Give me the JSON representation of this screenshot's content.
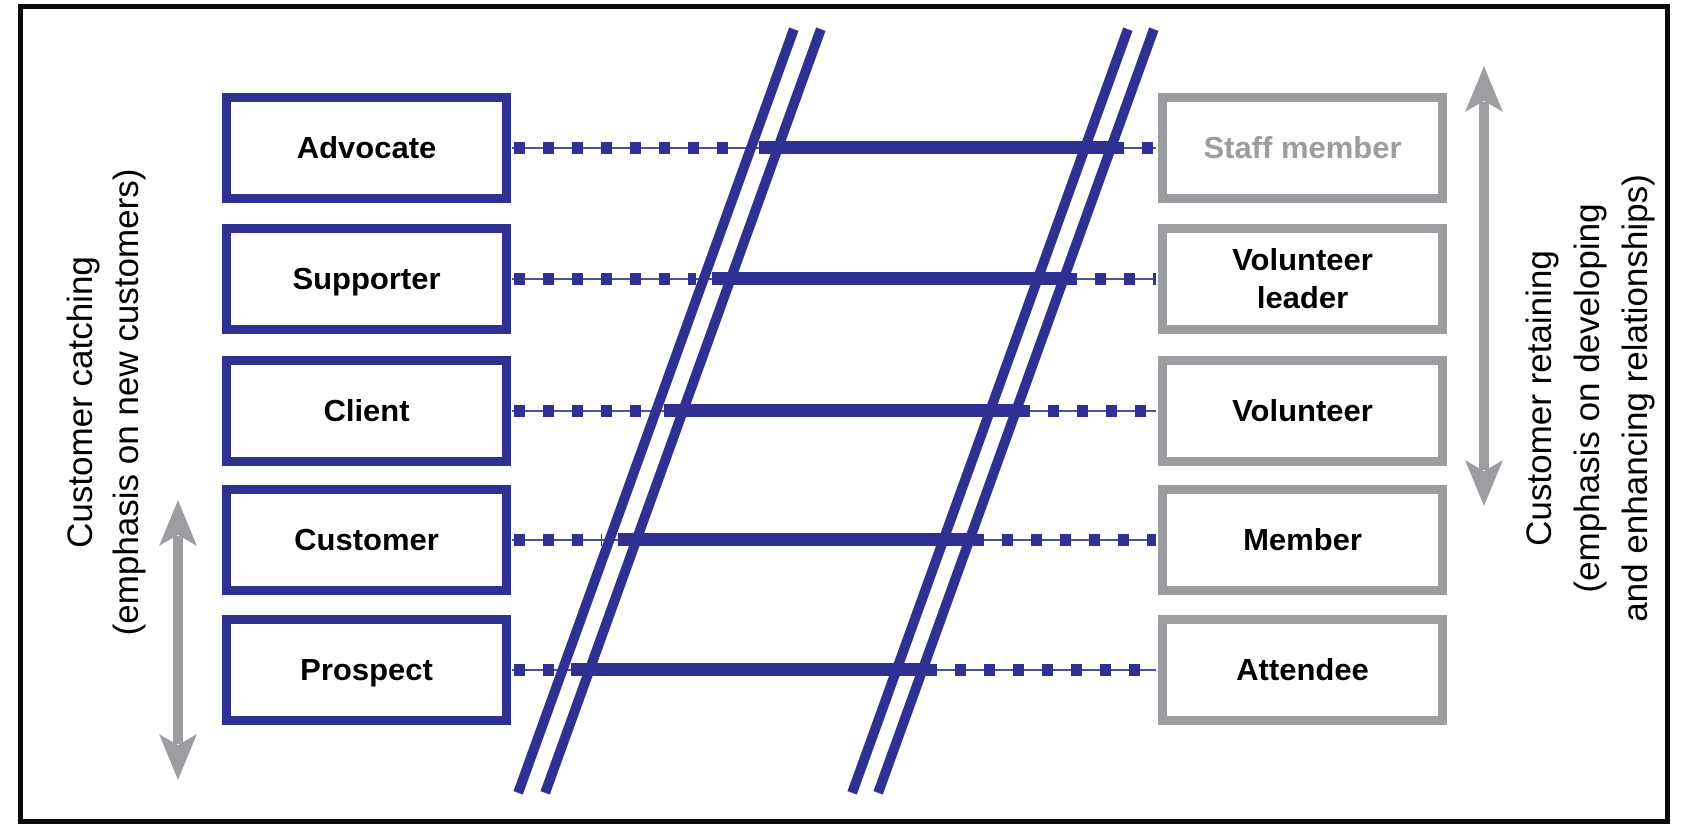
{
  "figure": {
    "title_hint": "Ladder of customer loyalty comparison diagram",
    "left_axis_label": {
      "line1": "Customer catching",
      "line2": "(emphasis on new customers)"
    },
    "right_axis_label": {
      "line1": "Customer retaining",
      "line2": "(emphasis on developing",
      "line3": "and enhancing relationships)"
    },
    "left_column": {
      "boxes": [
        {
          "label": "Advocate"
        },
        {
          "label": "Supporter"
        },
        {
          "label": "Client"
        },
        {
          "label": "Customer"
        },
        {
          "label": "Prospect"
        }
      ]
    },
    "right_column": {
      "boxes": [
        {
          "label": "Staff member",
          "muted": true
        },
        {
          "label": "Volunteer leader",
          "muted": false
        },
        {
          "label": "Volunteer",
          "muted": false
        },
        {
          "label": "Member",
          "muted": false
        },
        {
          "label": "Attendee",
          "muted": false
        }
      ]
    },
    "colors": {
      "navy": "#2e3192",
      "gray": "#9b9da0",
      "text_black": "#000000",
      "frame_black": "#0b0b0b"
    }
  }
}
